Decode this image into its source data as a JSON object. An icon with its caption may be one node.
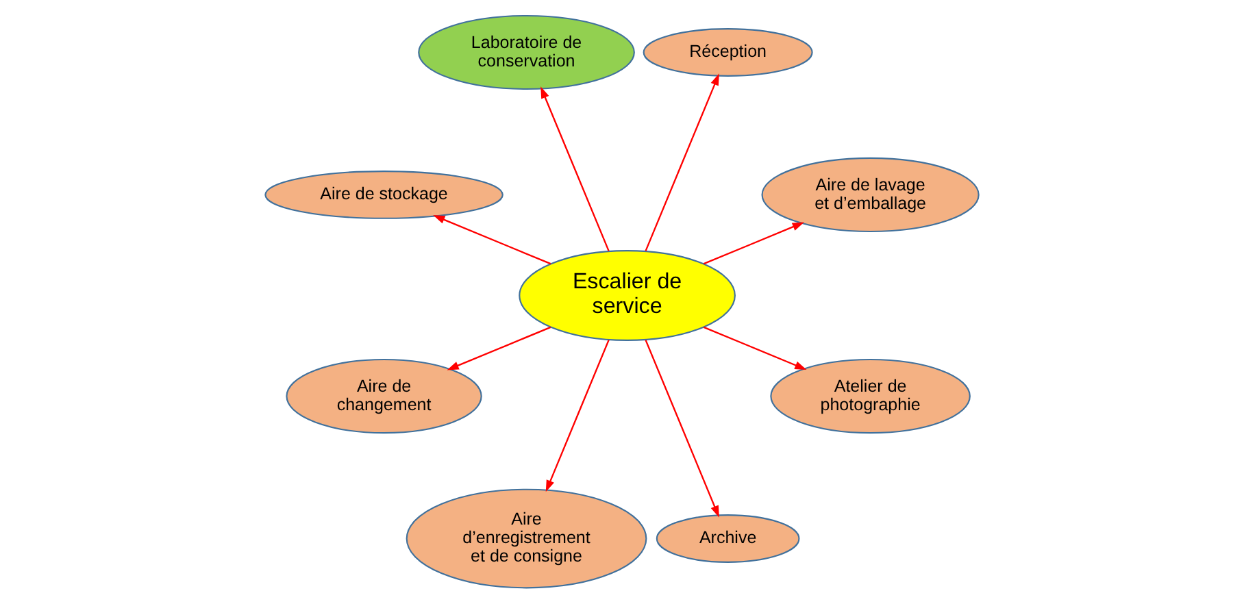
{
  "diagram": {
    "nodes": [
      {
        "text": [
          "Aire de lavage et d’emballage"
        ]
      },
      {
        "text": [
          "Réception"
        ]
      },
      {
        "text": [
          "Laboratoire de conservation"
        ]
      },
      {
        "text": [
          "Aire de stockage"
        ]
      },
      {
        "text": [
          "Escalier de service"
        ]
      },
      {
        "text": [
          "Aire de changement"
        ]
      },
      {
        "text": [
          "Aire d’enregistrement et de consigne"
        ]
      },
      {
        "text": [
          "Archive"
        ]
      },
      {
        "text": [
          "Atelier de photographie"
        ]
      }
    ],
    "edges": [
      {
        "from": 4,
        "to": 0,
        "arrow": "to"
      },
      {
        "from": 4,
        "to": 1,
        "arrow": "to"
      },
      {
        "from": 4,
        "to": 2,
        "arrow": "to"
      },
      {
        "from": 4,
        "to": 3,
        "arrow": "to"
      },
      {
        "from": 4,
        "to": 5,
        "arrow": "to"
      },
      {
        "from": 4,
        "to": 6,
        "arrow": "to"
      },
      {
        "from": 4,
        "to": 7,
        "arrow": "to"
      },
      {
        "from": 4,
        "to": 8,
        "arrow": "to"
      }
    ]
  }
}
